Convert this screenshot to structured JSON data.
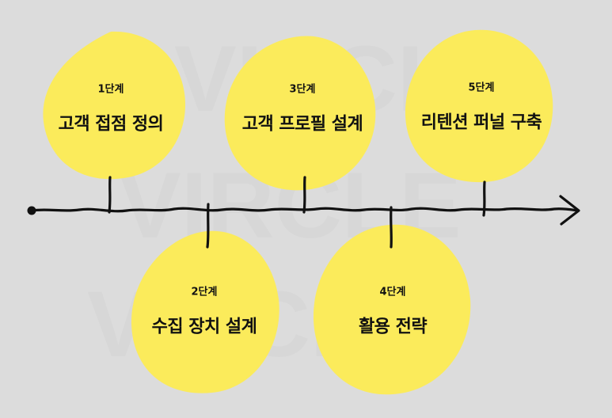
{
  "colors": {
    "background": "#dcdcdc",
    "blob": "#fbeb5b",
    "line": "#111111",
    "watermark": "#d3d3d3"
  },
  "watermark": {
    "rows": [
      "VIRCLE",
      "VIRCLE",
      "VIRCLE"
    ]
  },
  "stages": [
    {
      "step": "1단계",
      "title": "고객 접점 정의"
    },
    {
      "step": "2단계",
      "title": "수집 장치 설계"
    },
    {
      "step": "3단계",
      "title": "고객 프로필 설계"
    },
    {
      "step": "4단계",
      "title": "활용 전략"
    },
    {
      "step": "5단계",
      "title": "리텐션 퍼널 구축"
    }
  ]
}
